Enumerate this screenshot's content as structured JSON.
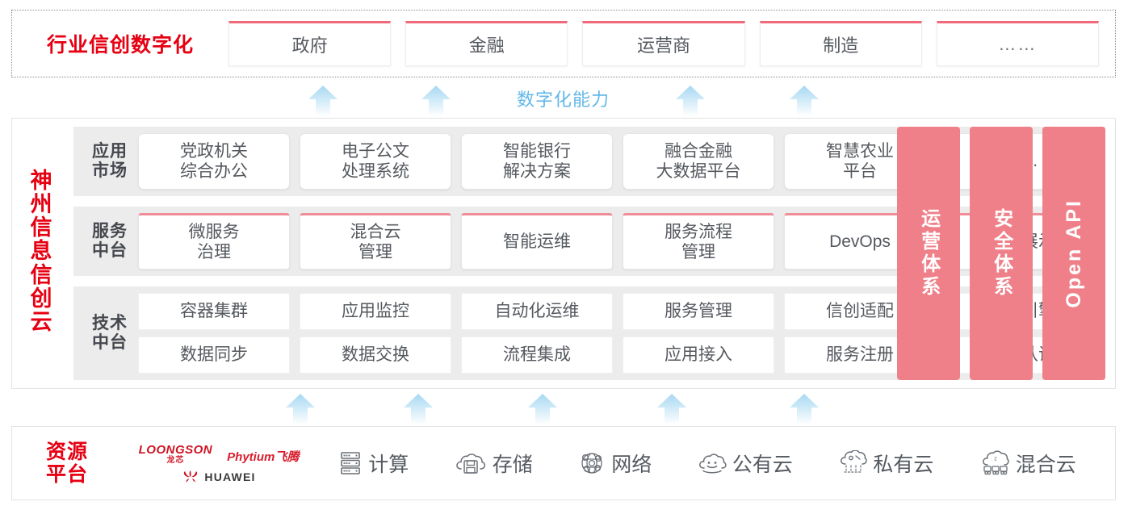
{
  "industry": {
    "title": "行业信创数字化",
    "boxes": [
      {
        "label": "政府"
      },
      {
        "label": "金融"
      },
      {
        "label": "运营商"
      },
      {
        "label": "制造"
      },
      {
        "label": "……"
      }
    ]
  },
  "capability_label": "数字化能力",
  "cloud": {
    "title_chars": [
      "神",
      "州",
      "信",
      "息",
      "信",
      "创",
      "云"
    ],
    "tiers": [
      {
        "label": "应用\n市场",
        "cells": [
          {
            "label": "党政机关\n综合办公"
          },
          {
            "label": "电子公文\n处理系统"
          },
          {
            "label": "智能银行\n解决方案"
          },
          {
            "label": "融合金融\n大数据平台"
          },
          {
            "label": "智慧农业\n平台"
          },
          {
            "label": "……"
          }
        ]
      },
      {
        "label": "服务\n中台",
        "cells": [
          {
            "label": "微服务\n治理"
          },
          {
            "label": "混合云\n管理"
          },
          {
            "label": "智能运维"
          },
          {
            "label": "服务流程\n管理"
          },
          {
            "label": "DevOps"
          },
          {
            "label": "大屏展示"
          }
        ]
      },
      {
        "label": "技术\n中台",
        "rows": [
          [
            "容器集群",
            "应用监控",
            "自动化运维",
            "服务管理",
            "信创适配",
            "流程引擎"
          ],
          [
            "数据同步",
            "数据交换",
            "流程集成",
            "应用接入",
            "服务注册",
            "统一认证"
          ]
        ]
      }
    ],
    "pillars": [
      {
        "label": "运营体系",
        "type": "cjk"
      },
      {
        "label": "安全体系",
        "type": "cjk"
      },
      {
        "label": "Open API",
        "type": "latin"
      }
    ]
  },
  "resource": {
    "title": "资源\n平台",
    "vendors": {
      "loongson_main": "LOONGSON",
      "loongson_sub": "龙芯",
      "phytium": "Phytium飞腾",
      "huawei": "HUAWEI"
    },
    "items": [
      {
        "label": "计算",
        "icon": "server-icon"
      },
      {
        "label": "存储",
        "icon": "cloud-storage-icon"
      },
      {
        "label": "网络",
        "icon": "network-icon"
      },
      {
        "label": "公有云",
        "icon": "public-cloud-icon"
      },
      {
        "label": "私有云",
        "icon": "private-cloud-icon"
      },
      {
        "label": "混合云",
        "icon": "hybrid-cloud-icon"
      }
    ]
  },
  "colors": {
    "brand_red": "#e60012",
    "pink": "#ef8089",
    "pink_border": "#ef6b7a",
    "arrow_blue": "#b9e0f5",
    "capability_blue": "#63b8e8",
    "tier_bg": "#ececec"
  }
}
